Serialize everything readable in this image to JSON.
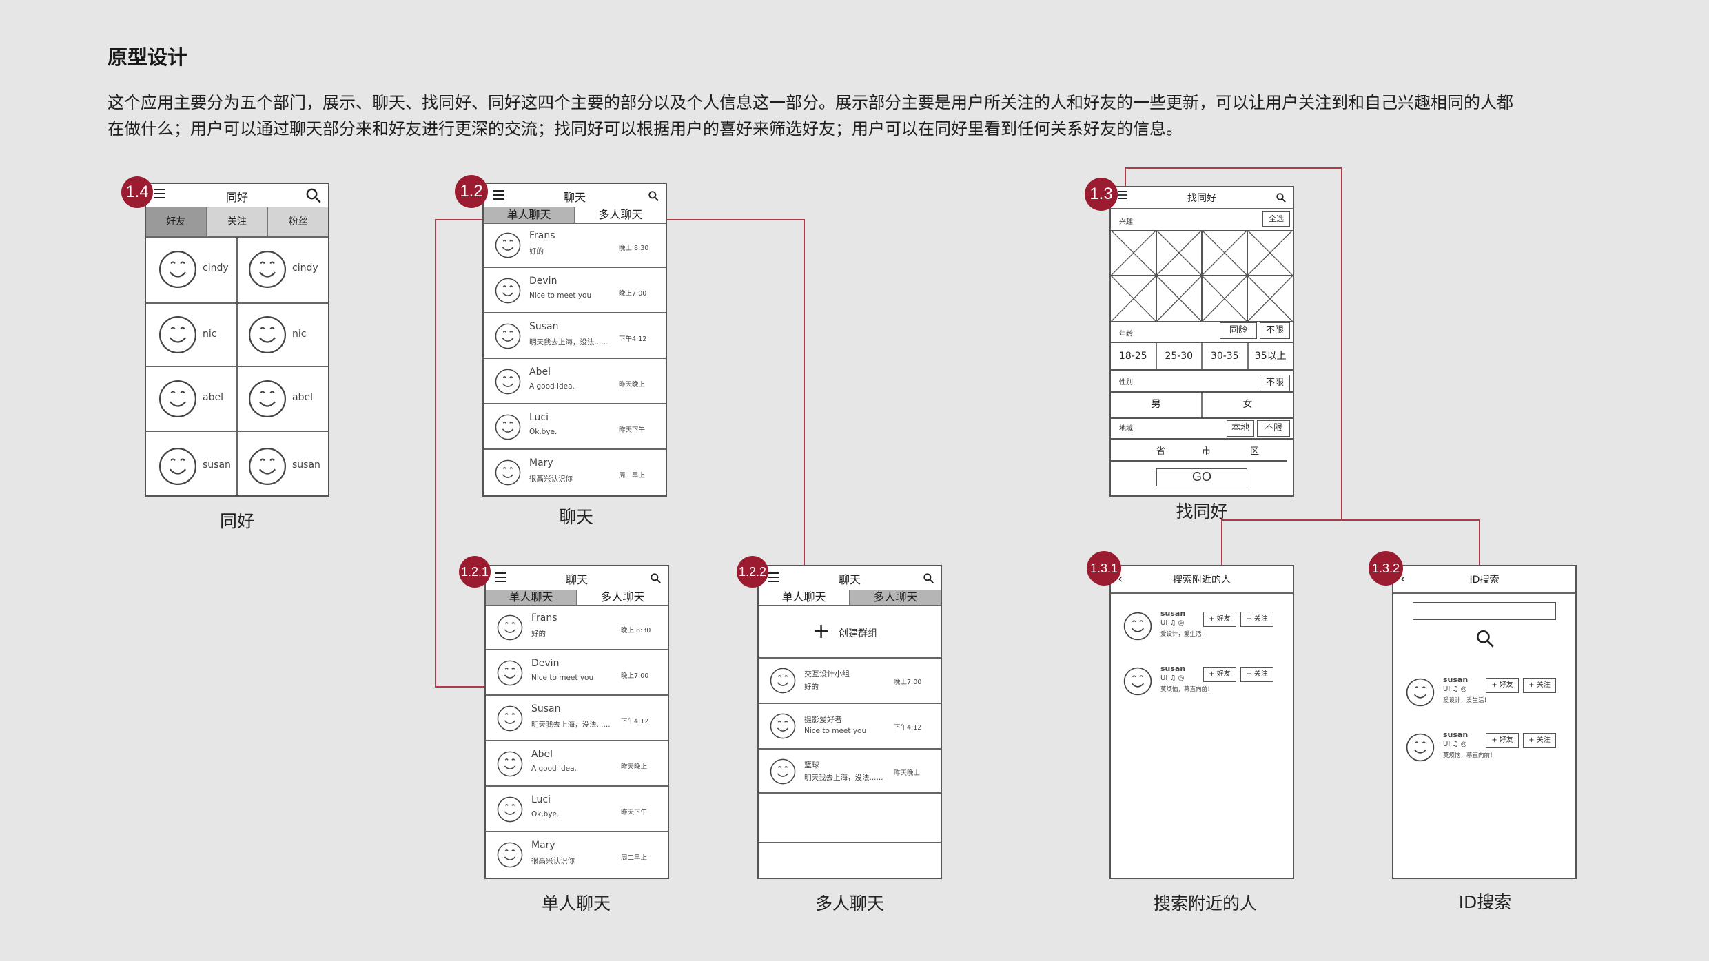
{
  "page": {
    "title": "原型设计",
    "intro_line1": "这个应用主要分为五个部门，展示、聊天、找同好、同好这四个主要的部分以及个人信息这一部分。展示部分主要是用户所关注的人和好友的一些更新，可以让用户关注到和自己兴趣相同的人都",
    "intro_line2": "在做什么；用户可以通过聊天部分来和好友进行更深的交流；找同好可以根据用户的喜好来筛选好友；用户可以在同好里看到任何关系好友的信息。",
    "accent_color": "#9b1b30"
  },
  "tonghao": {
    "badge": "1.4",
    "title": "同好",
    "tabs": [
      "好友",
      "关注",
      "粉丝"
    ],
    "cells": [
      "cindy",
      "cindy",
      "nic",
      "nic",
      "abel",
      "abel",
      "susan",
      "susan"
    ],
    "caption": "同好"
  },
  "chat": {
    "badge": "1.2",
    "title": "聊天",
    "tabs": [
      "单人聊天",
      "多人聊天"
    ],
    "items": [
      {
        "name": "Frans",
        "msg": "好的",
        "time": "晚上 8:30"
      },
      {
        "name": "Devin",
        "msg": "Nice to meet you",
        "time": "晚上7:00"
      },
      {
        "name": "Susan",
        "msg": "明天我去上海，没法......",
        "time": "下午4:12"
      },
      {
        "name": "Abel",
        "msg": "A good idea.",
        "time": "昨天晚上"
      },
      {
        "name": "Luci",
        "msg": "Ok,bye.",
        "time": "昨天下午"
      },
      {
        "name": "Mary",
        "msg": "很高兴认识你",
        "time": "周二早上"
      }
    ],
    "caption": "聊天"
  },
  "single_chat": {
    "badge": "1.2.1",
    "title": "聊天",
    "tabs": [
      "单人聊天",
      "多人聊天"
    ],
    "caption": "单人聊天"
  },
  "group_chat": {
    "badge": "1.2.2",
    "title": "聊天",
    "tabs": [
      "单人聊天",
      "多人聊天"
    ],
    "create_label": "创建群组",
    "items": [
      {
        "name": "交互设计小组",
        "msg": "好的",
        "time": "晚上7:00"
      },
      {
        "name": "摄影爱好者",
        "msg": "Nice to meet you",
        "time": "下午4:12"
      },
      {
        "name": "篮球",
        "msg": "明天我去上海，没法......",
        "time": "昨天晚上"
      }
    ],
    "caption": "多人聊天"
  },
  "find": {
    "badge": "1.3",
    "title": "找同好",
    "interest_label": "兴趣",
    "select_all": "全选",
    "age_label": "年龄",
    "same_age": "同龄",
    "no_limit": "不限",
    "age_options": [
      "18-25",
      "25-30",
      "30-35",
      "35以上"
    ],
    "gender_label": "性别",
    "gender_options": [
      "男",
      "女"
    ],
    "region_label": "地域",
    "local": "本地",
    "region_options": [
      "省",
      "市",
      "区"
    ],
    "go": "GO",
    "caption": "找同好"
  },
  "nearby": {
    "badge": "1.3.1",
    "title": "搜索附近的人",
    "users": [
      {
        "name": "susan",
        "tag": "UI",
        "bio": "爱设计，爱生活！"
      },
      {
        "name": "susan",
        "tag": "UI",
        "bio": "莫烦恼，幕直向前！"
      }
    ],
    "add_friend": "+ 好友",
    "follow": "+ 关注",
    "caption": "搜索附近的人"
  },
  "id_search": {
    "badge": "1.3.2",
    "title": "ID搜索",
    "users": [
      {
        "name": "susan",
        "tag": "UI",
        "bio": "爱设计，爱生活！"
      },
      {
        "name": "susan",
        "tag": "UI",
        "bio": "莫烦恼，幕直向前！"
      }
    ],
    "add_friend": "+ 好友",
    "follow": "+ 关注",
    "caption": "ID搜索"
  }
}
